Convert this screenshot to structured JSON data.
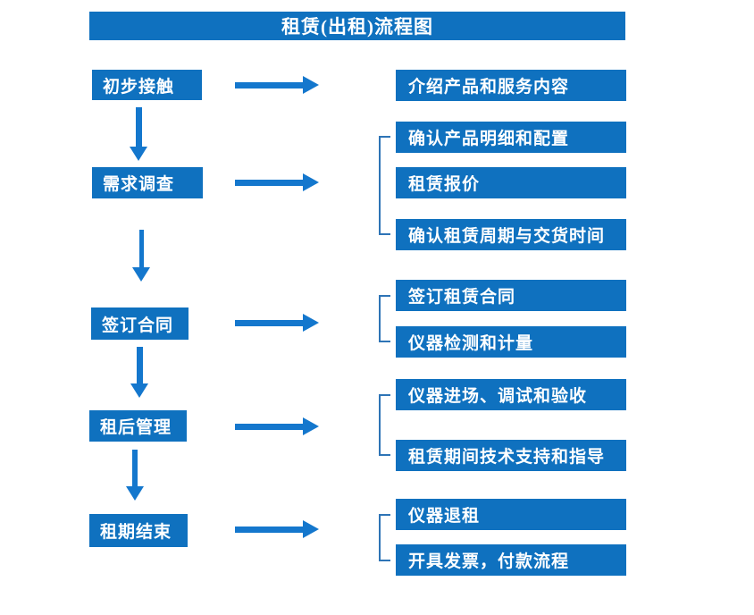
{
  "title": "租赁(出租)流程图",
  "colors": {
    "box_blue": "#0f71bf",
    "arrow_blue": "#1477cd",
    "bracket_blue": "#2e74b6",
    "text_white": "#ffffff"
  },
  "chart_data": {
    "type": "flowchart",
    "title": "租赁(出租)流程图",
    "steps": [
      {
        "label": "初步接触",
        "details": [
          "介绍产品和服务内容"
        ]
      },
      {
        "label": "需求调查",
        "details": [
          "确认产品明细和配置",
          "租赁报价",
          "确认租赁周期与交货时间"
        ]
      },
      {
        "label": "签订合同",
        "details": [
          "签订租赁合同",
          "仪器检测和计量"
        ]
      },
      {
        "label": "租后管理",
        "details": [
          "仪器进场、调试和验收",
          "租赁期间技术支持和指导"
        ]
      },
      {
        "label": "租期结束",
        "details": [
          "仪器退租",
          "开具发票，付款流程"
        ]
      }
    ]
  },
  "steps": [
    {
      "label": "初步接触"
    },
    {
      "label": "需求调查"
    },
    {
      "label": "签订合同"
    },
    {
      "label": "租后管理"
    },
    {
      "label": "租期结束"
    }
  ],
  "details": [
    {
      "step": "初步接触",
      "items": [
        "介绍产品和服务内容"
      ]
    },
    {
      "step": "需求调查",
      "items": [
        "确认产品明细和配置",
        "租赁报价",
        "确认租赁周期与交货时间"
      ]
    },
    {
      "step": "签订合同",
      "items": [
        "签订租赁合同",
        "仪器检测和计量"
      ]
    },
    {
      "step": "租后管理",
      "items": [
        "仪器进场、调试和验收",
        "租赁期间技术支持和指导"
      ]
    },
    {
      "step": "租期结束",
      "items": [
        "仪器退租",
        "开具发票，付款流程"
      ]
    }
  ]
}
